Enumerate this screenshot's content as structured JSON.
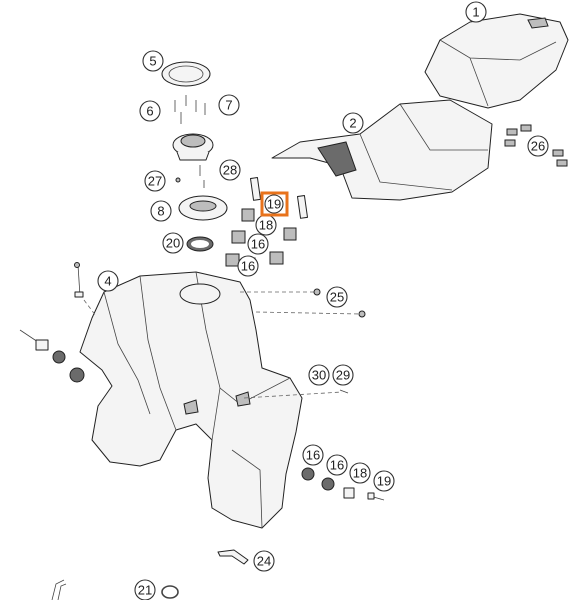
{
  "callouts": [
    {
      "id": "c1",
      "label": "1"
    },
    {
      "id": "c2",
      "label": "2"
    },
    {
      "id": "c4",
      "label": "4"
    },
    {
      "id": "c5",
      "label": "5"
    },
    {
      "id": "c6",
      "label": "6"
    },
    {
      "id": "c7",
      "label": "7"
    },
    {
      "id": "c8",
      "label": "8"
    },
    {
      "id": "c16a",
      "label": "16"
    },
    {
      "id": "c16b",
      "label": "16"
    },
    {
      "id": "c16c",
      "label": "16"
    },
    {
      "id": "c16d",
      "label": "16"
    },
    {
      "id": "c18a",
      "label": "18"
    },
    {
      "id": "c18b",
      "label": "18"
    },
    {
      "id": "c19a",
      "label": "19"
    },
    {
      "id": "c19b",
      "label": "19"
    },
    {
      "id": "c20",
      "label": "20"
    },
    {
      "id": "c21",
      "label": "21"
    },
    {
      "id": "c24",
      "label": "24"
    },
    {
      "id": "c25",
      "label": "25"
    },
    {
      "id": "c26",
      "label": "26"
    },
    {
      "id": "c27",
      "label": "27"
    },
    {
      "id": "c28",
      "label": "28"
    },
    {
      "id": "c29",
      "label": "29"
    },
    {
      "id": "c30",
      "label": "30"
    }
  ],
  "highlighted_callout": "c19a",
  "colors": {
    "highlight": "#e8731c",
    "line": "#222222",
    "fill": "#f4f4f4"
  }
}
